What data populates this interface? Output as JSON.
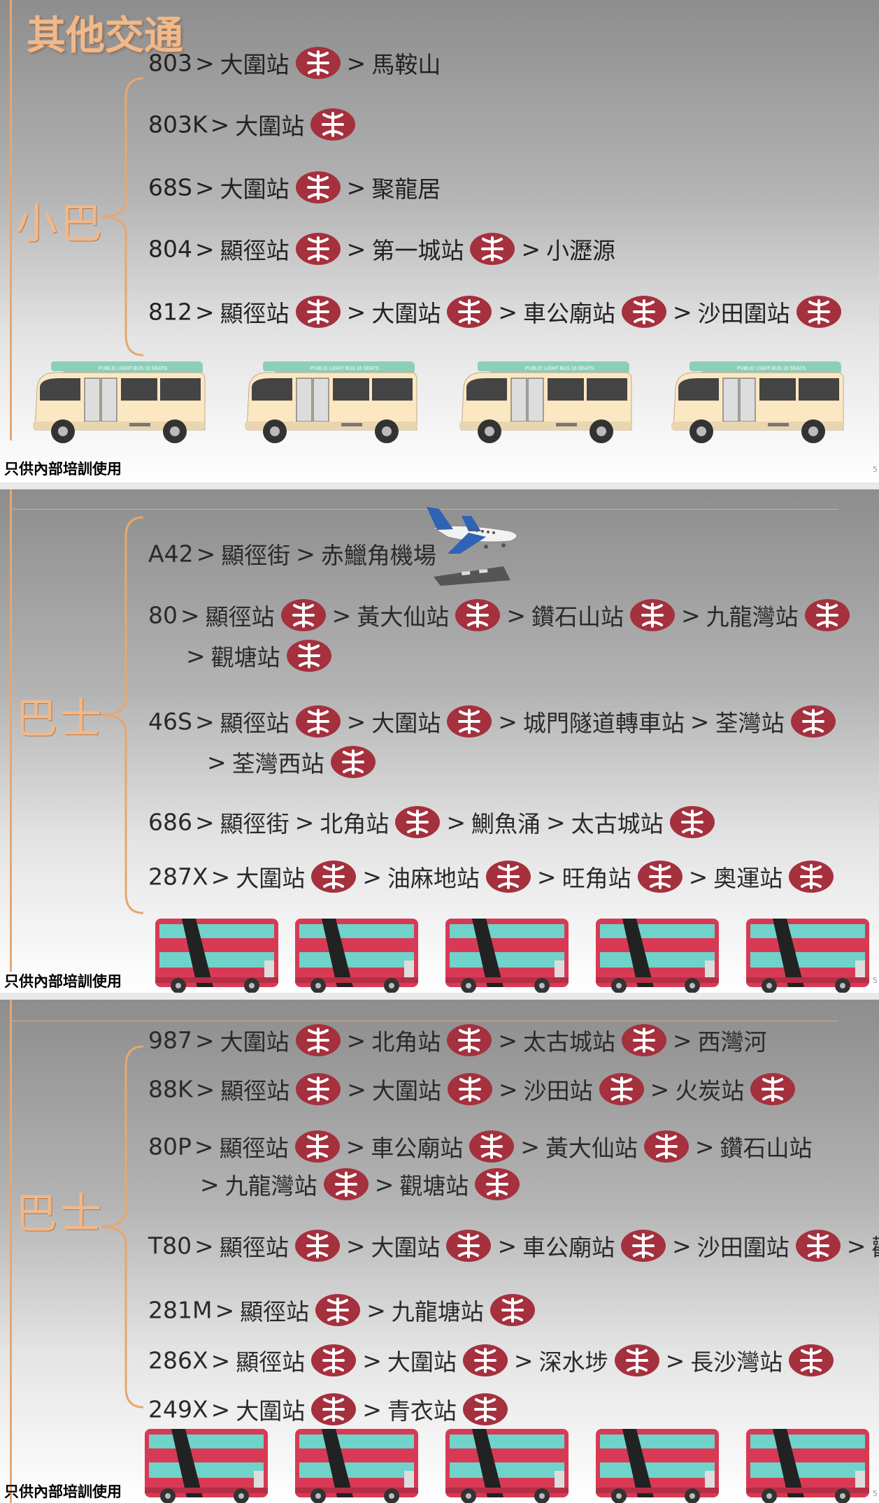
{
  "slides": [
    {
      "title": "其他交通",
      "category": "小巴",
      "footer": "只供內部培訓使用",
      "page": "5",
      "routes": [
        {
          "number": "803",
          "stops": [
            {
              "name": "大圍站",
              "mtr": true
            },
            {
              "name": "馬鞍山",
              "mtr": false
            }
          ]
        },
        {
          "number": "803K",
          "stops": [
            {
              "name": "大圍站",
              "mtr": true
            }
          ]
        },
        {
          "number": "68S",
          "stops": [
            {
              "name": "大圍站",
              "mtr": true
            },
            {
              "name": "聚龍居",
              "mtr": false
            }
          ]
        },
        {
          "number": "804",
          "stops": [
            {
              "name": "顯徑站",
              "mtr": true
            },
            {
              "name": "第一城站",
              "mtr": true
            },
            {
              "name": "小瀝源",
              "mtr": false
            }
          ]
        },
        {
          "number": "812",
          "stops": [
            {
              "name": "顯徑站",
              "mtr": true
            },
            {
              "name": "大圍站",
              "mtr": true
            },
            {
              "name": "車公廟站",
              "mtr": true
            },
            {
              "name": "沙田圍站",
              "mtr": true
            }
          ]
        }
      ],
      "vehicle_label": "PUBLIC LIGHT BUS 16 SEATS"
    },
    {
      "title": "",
      "category": "巴士",
      "footer": "只供內部培訓使用",
      "page": "5",
      "routes": [
        {
          "number": "A42",
          "stops": [
            {
              "name": "顯徑街",
              "mtr": false
            },
            {
              "name": "赤鱲角機場",
              "mtr": false
            }
          ]
        },
        {
          "number": "80",
          "stops": [
            {
              "name": "顯徑站",
              "mtr": true
            },
            {
              "name": "黃大仙站",
              "mtr": true
            },
            {
              "name": "鑽石山站",
              "mtr": true
            },
            {
              "name": "九龍灣站",
              "mtr": true
            }
          ]
        },
        {
          "number": "",
          "stops": [
            {
              "name": "觀塘站",
              "mtr": true
            }
          ]
        },
        {
          "number": "46S",
          "stops": [
            {
              "name": "顯徑站",
              "mtr": true
            },
            {
              "name": "大圍站",
              "mtr": true
            },
            {
              "name": "城門隧道轉車站",
              "mtr": false
            },
            {
              "name": "荃灣站",
              "mtr": true
            }
          ]
        },
        {
          "number": "",
          "stops": [
            {
              "name": "荃灣西站",
              "mtr": true
            }
          ]
        },
        {
          "number": "686",
          "stops": [
            {
              "name": "顯徑街",
              "mtr": false
            },
            {
              "name": "北角站",
              "mtr": true
            },
            {
              "name": "鰂魚涌",
              "mtr": false
            },
            {
              "name": "太古城站",
              "mtr": true
            }
          ]
        },
        {
          "number": "287X",
          "stops": [
            {
              "name": "大圍站",
              "mtr": true
            },
            {
              "name": "油麻地站",
              "mtr": true
            },
            {
              "name": "旺角站",
              "mtr": true
            },
            {
              "name": "奧運站",
              "mtr": true
            }
          ]
        }
      ]
    },
    {
      "title": "",
      "category": "巴士",
      "footer": "只供內部培訓使用",
      "page": "5",
      "routes": [
        {
          "number": "987",
          "stops": [
            {
              "name": "大圍站",
              "mtr": true
            },
            {
              "name": "北角站",
              "mtr": true
            },
            {
              "name": "太古城站",
              "mtr": true
            },
            {
              "name": "西灣河",
              "mtr": false
            }
          ]
        },
        {
          "number": "88K",
          "stops": [
            {
              "name": "顯徑站",
              "mtr": true
            },
            {
              "name": "大圍站",
              "mtr": true
            },
            {
              "name": "沙田站",
              "mtr": true
            },
            {
              "name": "火炭站",
              "mtr": true
            }
          ]
        },
        {
          "number": "80P",
          "stops": [
            {
              "name": "顯徑站",
              "mtr": true
            },
            {
              "name": "車公廟站",
              "mtr": true
            },
            {
              "name": "黃大仙站",
              "mtr": true
            },
            {
              "name": "鑽石山站",
              "mtr": false
            }
          ]
        },
        {
          "number": "",
          "stops": [
            {
              "name": "九龍灣站",
              "mtr": true
            },
            {
              "name": "觀塘站",
              "mtr": true
            }
          ]
        },
        {
          "number": "T80",
          "stops": [
            {
              "name": "顯徑站",
              "mtr": true
            },
            {
              "name": "大圍站",
              "mtr": true
            },
            {
              "name": "車公廟站",
              "mtr": true
            },
            {
              "name": "沙田圍站",
              "mtr": true
            },
            {
              "name": "觀塘",
              "mtr": false
            }
          ]
        },
        {
          "number": "281M",
          "stops": [
            {
              "name": "顯徑站",
              "mtr": true
            },
            {
              "name": "九龍塘站",
              "mtr": true
            }
          ]
        },
        {
          "number": "286X",
          "stops": [
            {
              "name": "顯徑站",
              "mtr": true
            },
            {
              "name": "大圍站",
              "mtr": true
            },
            {
              "name": "深水埗",
              "mtr": true
            },
            {
              "name": "長沙灣站",
              "mtr": true
            }
          ]
        },
        {
          "number": "249X",
          "stops": [
            {
              "name": "大圍站",
              "mtr": true
            },
            {
              "name": "青衣站",
              "mtr": true
            }
          ]
        }
      ]
    }
  ],
  "separator": ">",
  "colors": {
    "mtr_logo": "#a5303e",
    "accent": "#e8a66e",
    "minibus_roof": "#8ccfb9",
    "minibus_body": "#fbe7c2",
    "bus_red": "#d83a55",
    "bus_window": "#6fd3c9"
  },
  "icons": {
    "mtr": "mtr-logo-icon",
    "plane": "airplane-icon",
    "minibus": "minibus-icon",
    "bus": "double-decker-bus-icon"
  }
}
